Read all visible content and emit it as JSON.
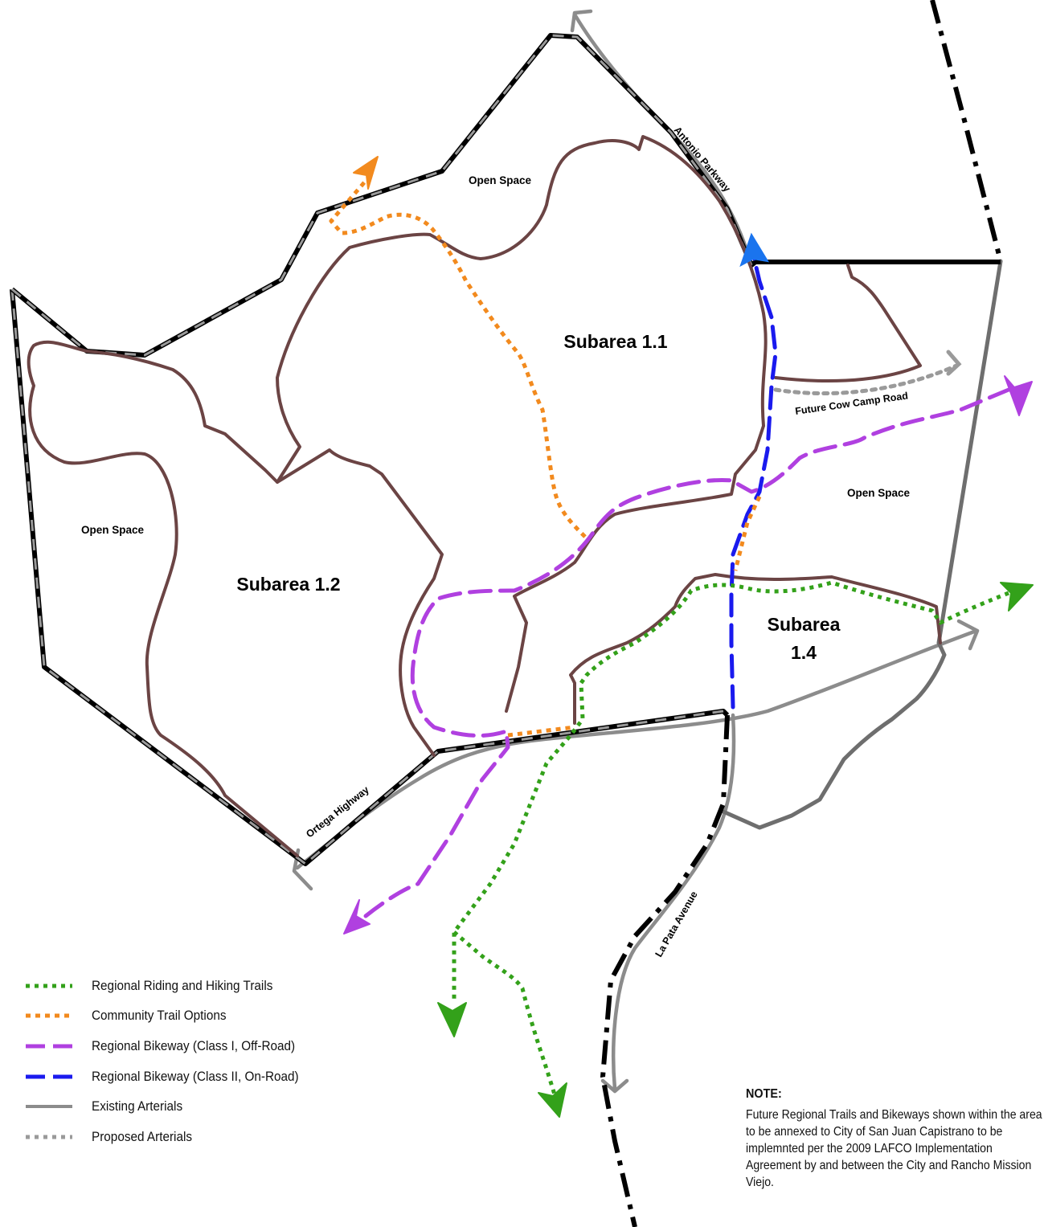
{
  "labels": {
    "open_space_top": "Open Space",
    "open_space_left": "Open Space",
    "open_space_right": "Open Space",
    "subarea_1_1": "Subarea 1.1",
    "subarea_1_2": "Subarea 1.2",
    "subarea_1_4_line1": "Subarea",
    "subarea_1_4_line2": "1.4",
    "antonio_parkway": "Antonio Parkway",
    "future_cow_camp_road": "Future Cow Camp Road",
    "ortega_highway": "Ortega Highway",
    "la_pata_avenue": "La Pata Avenue"
  },
  "colors": {
    "boundary": "#000000",
    "subarea_outline": "#6b4444",
    "regional_trails": "#33a11a",
    "community_trails": "#f28a1e",
    "bikeway_class_1": "#b040e0",
    "bikeway_class_2": "#1a1aee",
    "existing_arterials": "#8c8c8c",
    "proposed_arterials": "#9a9a9a",
    "secondary_road": "#6e6e6e"
  },
  "legend": {
    "items": [
      {
        "label": "Regional Riding and Hiking Trails",
        "style": "dotted",
        "color": "#33a11a"
      },
      {
        "label": "Community Trail Options",
        "style": "dotted",
        "color": "#f28a1e"
      },
      {
        "label": "Regional Bikeway (Class I, Off-Road)",
        "style": "dashed",
        "color": "#b040e0"
      },
      {
        "label": "Regional Bikeway (Class II, On-Road)",
        "style": "dashed",
        "color": "#1a1aee"
      },
      {
        "label": "Existing Arterials",
        "style": "solid",
        "color": "#8c8c8c"
      },
      {
        "label": "Proposed Arterials",
        "style": "dotted",
        "color": "#9a9a9a"
      }
    ]
  },
  "note": {
    "title": "NOTE:",
    "body": "Future Regional Trails and Bikeways shown within the area to be annexed to City of San Juan Capistrano to be implemnted per the 2009 LAFCO Implementation Agreement by and between the City and Rancho Mission Viejo."
  }
}
